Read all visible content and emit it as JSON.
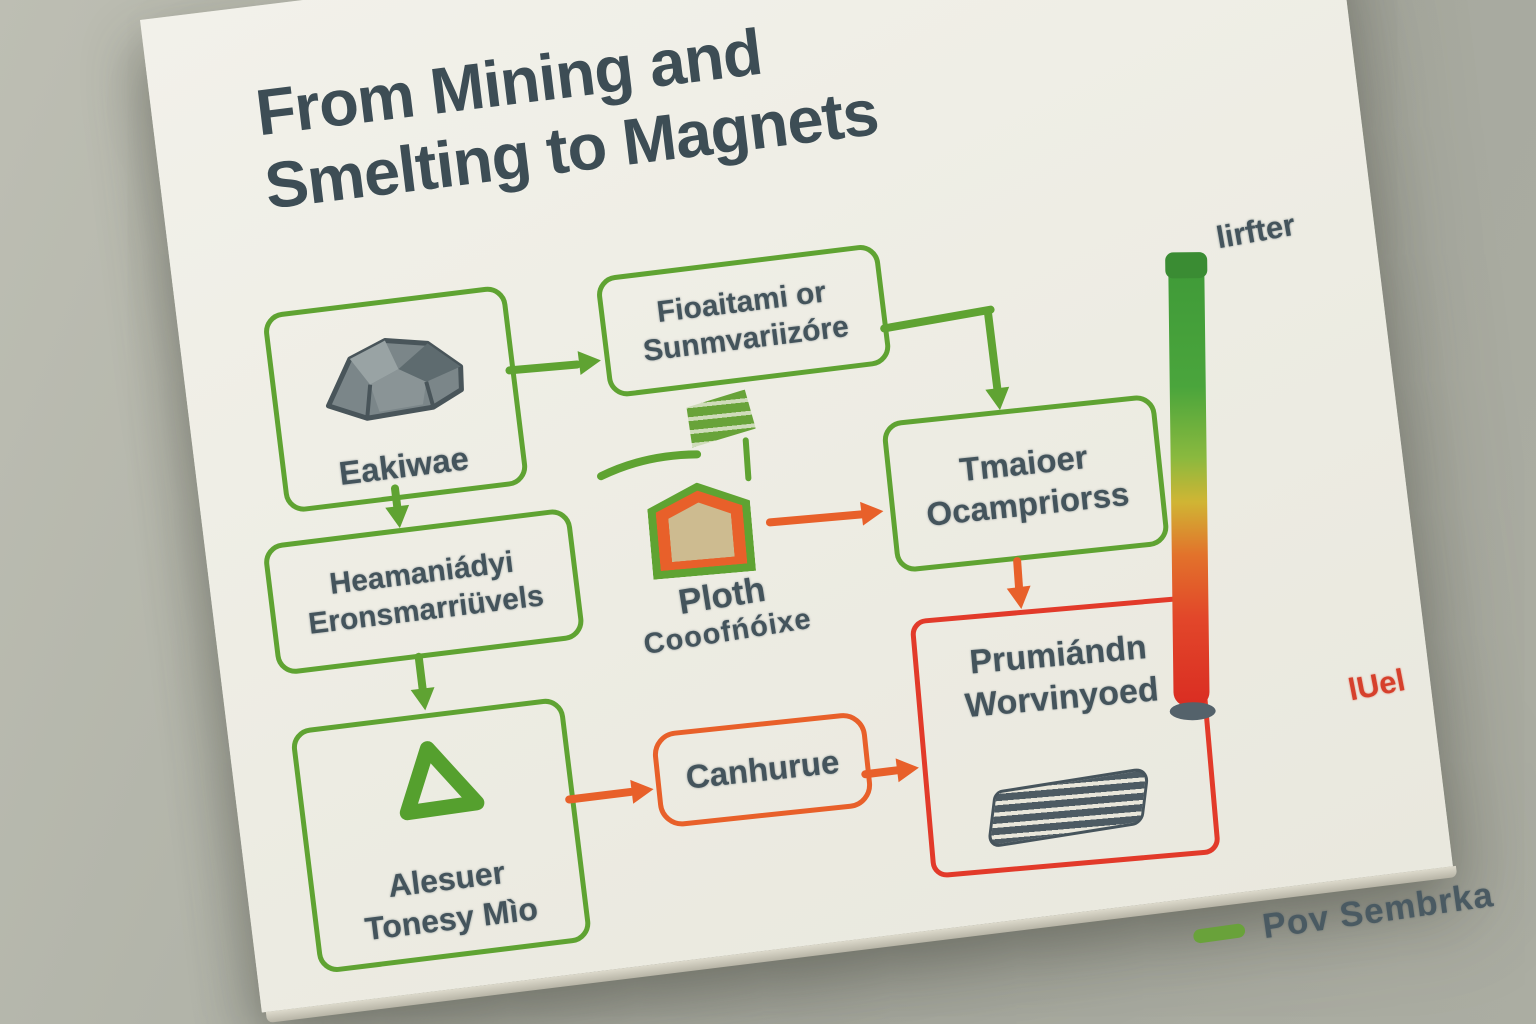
{
  "title": {
    "line1": "From Mining and",
    "line2": "Smelting to Magnets"
  },
  "nodes": {
    "ore": {
      "label": "Eakiwae"
    },
    "separation": {
      "line1": "Fioaitami or",
      "line2": "Sunmvariizóre"
    },
    "processing": {
      "line1": "Tmaioer",
      "line2": "Ocampriorss"
    },
    "refining": {
      "line1": "Heamaniádyi",
      "line2": "Eronsmarriüvels"
    },
    "alloying": {
      "line1": "Alesuer",
      "line2": "Tonesy Mìo"
    },
    "capture": {
      "label": "Canhurue"
    },
    "magnet": {
      "line1": "Prumiándn",
      "line2": "Worvinyoed"
    }
  },
  "plant": {
    "line1": "Ploth",
    "line2": "Cooofńóixe"
  },
  "scale": {
    "top_label": "lirfter",
    "bottom_label": "lUel"
  },
  "legend": {
    "label": "Pov Sembrka"
  },
  "icons": {
    "ore": "rock-icon",
    "separation": "flag-icon",
    "plant": "house-icon",
    "alloying": "triangle-blob-icon",
    "magnet": "magnet-icon"
  },
  "colors": {
    "green": "#5fa332",
    "orange": "#e8602a",
    "red": "#e23a2a",
    "ink": "#44545c",
    "card": "#efeee6",
    "background": "#aaaca1",
    "scale_top": "#3f9a38",
    "scale_bottom": "#da2d22"
  }
}
